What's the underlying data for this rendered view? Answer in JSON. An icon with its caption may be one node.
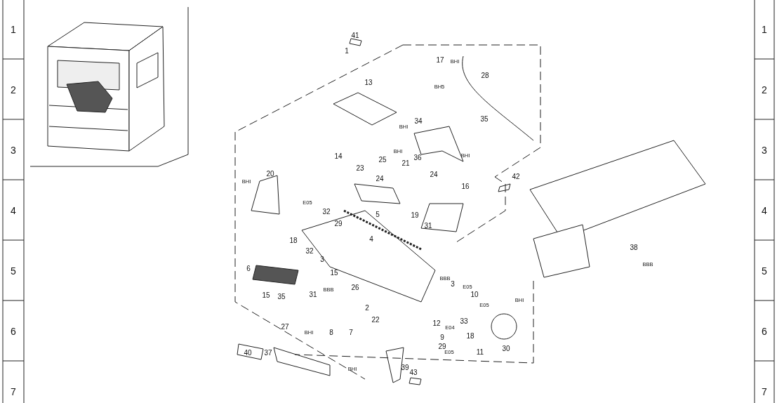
{
  "diagram": {
    "labels": [
      "1",
      "2",
      "3",
      "4",
      "5",
      "6",
      "7",
      "1",
      "2",
      "3",
      "4",
      "5",
      "6",
      "7",
      "41",
      "1",
      "17",
      "BHI",
      "28",
      "BH5",
      "13",
      "34",
      "35",
      "BHI",
      "14",
      "36",
      "BHI",
      "BHI",
      "25",
      "21",
      "24",
      "24",
      "23",
      "20",
      "BHI",
      "16",
      "42",
      "E05",
      "32",
      "5",
      "19",
      "29",
      "31",
      "18",
      "4",
      "32",
      "3",
      "6",
      "15",
      "15",
      "35",
      "31",
      "BBB",
      "26",
      "BBB",
      "3",
      "E05",
      "10",
      "2",
      "E05",
      "BHI",
      "12",
      "33",
      "E04",
      "18",
      "22",
      "27",
      "BHI",
      "8",
      "7",
      "9",
      "29",
      "E05",
      "11",
      "30",
      "40",
      "37",
      "BHI",
      "39",
      "43",
      "38",
      "BBB"
    ]
  }
}
